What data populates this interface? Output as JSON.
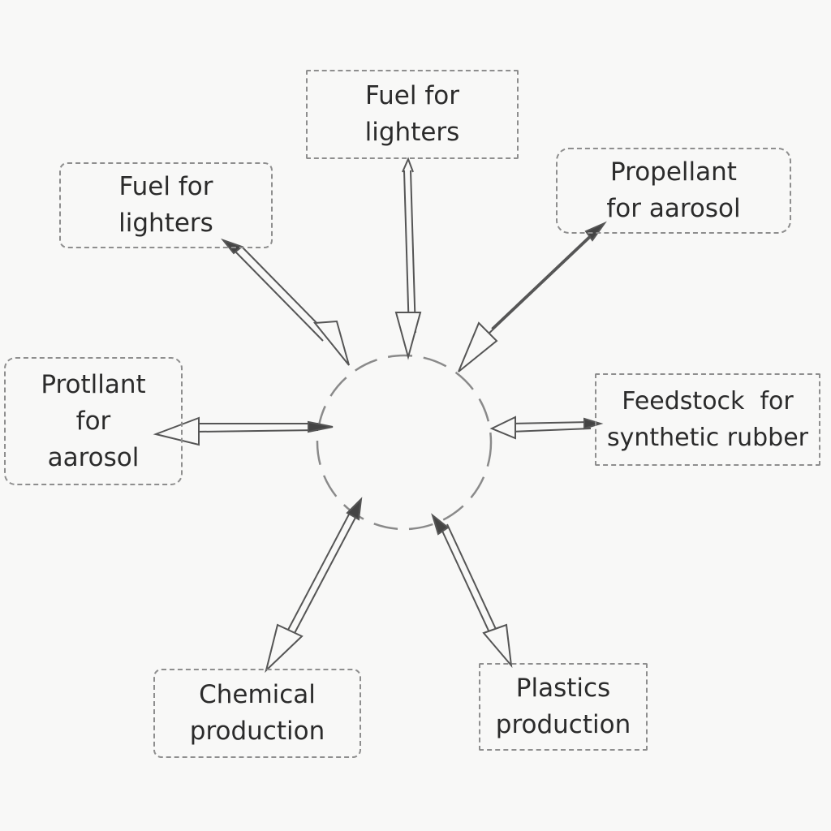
{
  "diagram": {
    "nodes": [
      {
        "id": "top",
        "lines": [
          "Fuel for",
          "lighters"
        ]
      },
      {
        "id": "top-left",
        "lines": [
          "Fuel for",
          "lighters"
        ]
      },
      {
        "id": "top-right",
        "lines": [
          "Propellant",
          "for aarosol"
        ]
      },
      {
        "id": "left",
        "lines": [
          "Protllant",
          "for",
          "aarosol"
        ]
      },
      {
        "id": "right",
        "lines": [
          "Feedstock  for",
          "synthetic rubber"
        ]
      },
      {
        "id": "bottom-left",
        "lines": [
          "Chemical",
          "production"
        ]
      },
      {
        "id": "bottom-right",
        "lines": [
          "Plastics",
          "production"
        ]
      }
    ]
  }
}
